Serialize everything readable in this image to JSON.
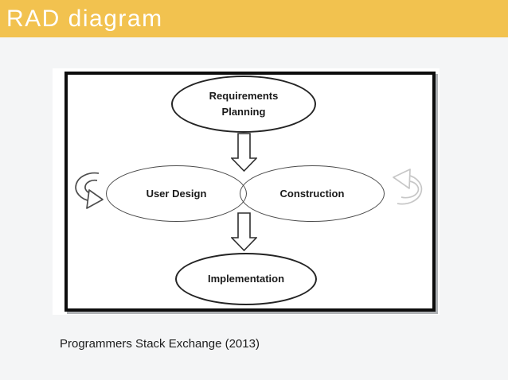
{
  "slide": {
    "title": "RAD diagram",
    "caption": "Programmers Stack Exchange (2013)"
  },
  "colors": {
    "title_bar": "#F2C24F",
    "title_text": "#FFFFFF",
    "background": "#F4F5F6",
    "figure_background": "#FFFFFF",
    "figure_border": "#0D0D0D",
    "node_outline": "#2B2B2B",
    "flow_arrow_outline": "#2E2E2E",
    "left_loop_arrow": "#4D4D4D",
    "right_loop_arrow": "#C7C7C7"
  },
  "diagram": {
    "type": "flowchart",
    "nodes": [
      {
        "id": "requirements-planning",
        "label": "Requirements Planning",
        "line1": "Requirements",
        "line2": "Planning"
      },
      {
        "id": "user-design",
        "label": "User Design"
      },
      {
        "id": "construction",
        "label": "Construction"
      },
      {
        "id": "implementation",
        "label": "Implementation"
      }
    ],
    "edges": [
      {
        "from": "requirements-planning",
        "to": "user-design + construction",
        "style": "block-arrow",
        "direction": "down"
      },
      {
        "from": "user-design + construction",
        "to": "implementation",
        "style": "block-arrow",
        "direction": "down"
      },
      {
        "node": "user-design",
        "side": "left",
        "style": "iteration-loop"
      },
      {
        "node": "construction",
        "side": "right",
        "style": "iteration-loop"
      }
    ]
  }
}
